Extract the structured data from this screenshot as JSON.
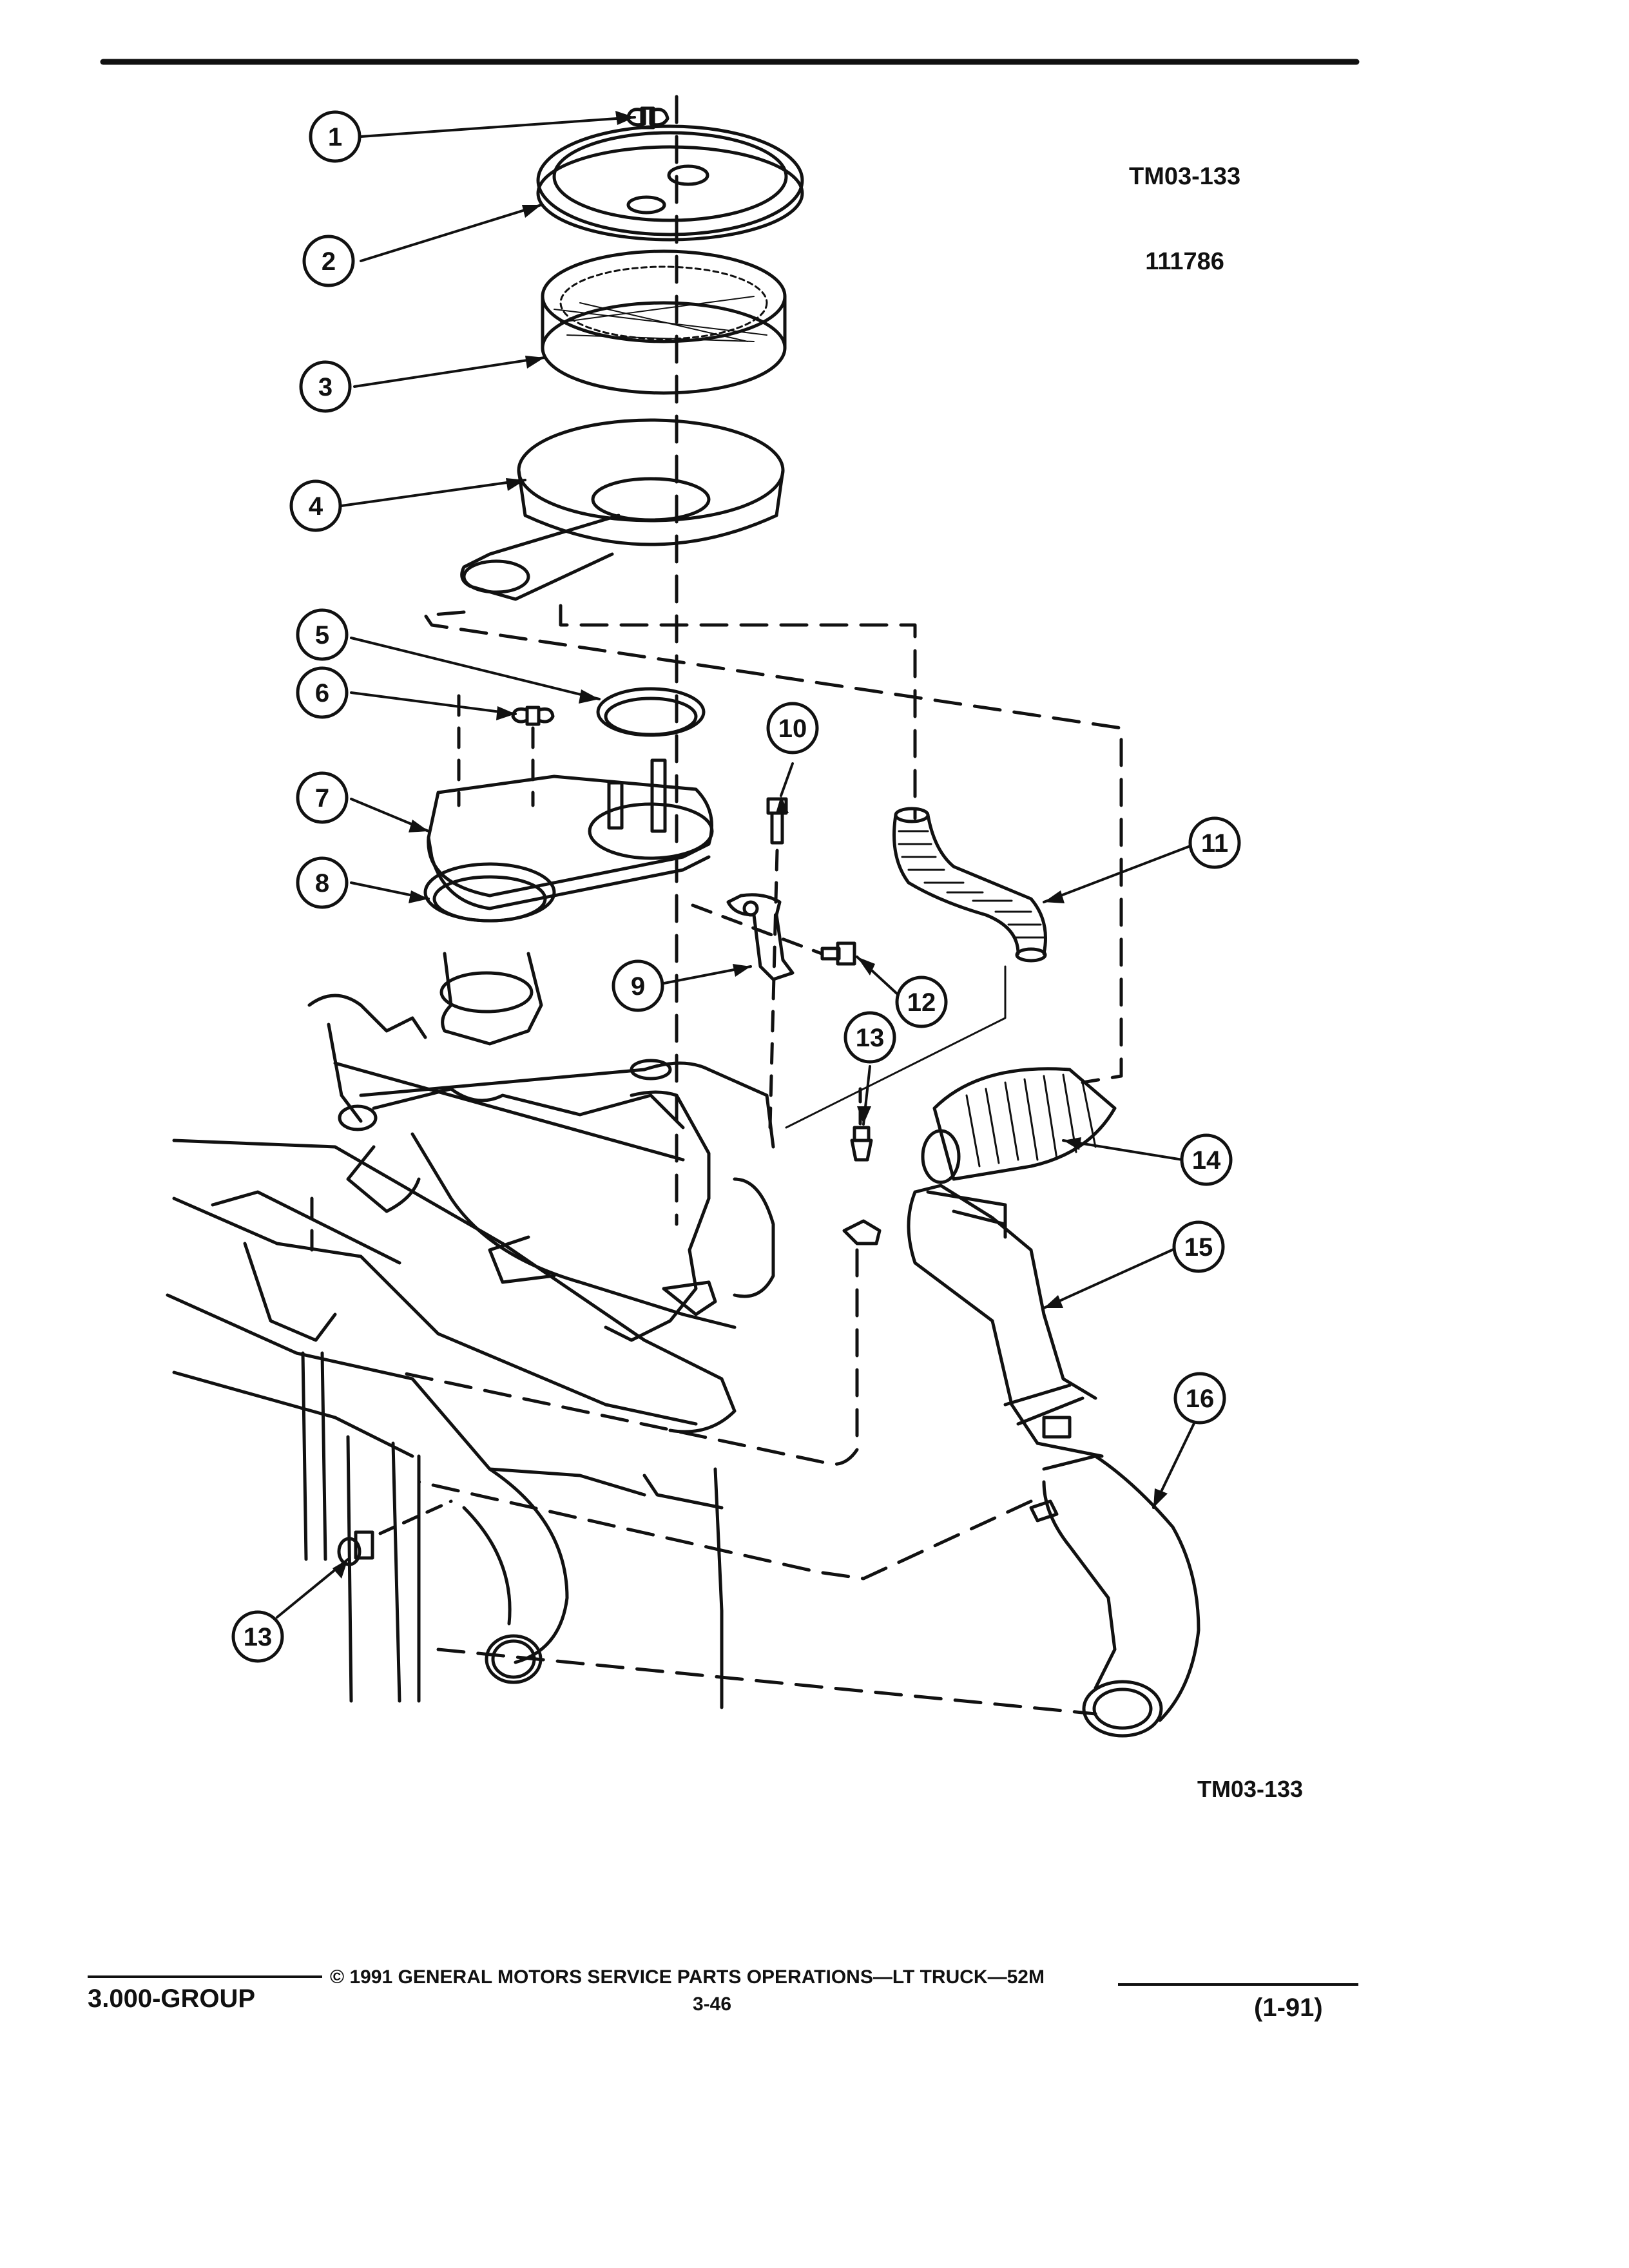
{
  "header": {
    "figure_code": "TM03-133",
    "figure_number": "111786"
  },
  "callouts": [
    {
      "label": "1"
    },
    {
      "label": "2"
    },
    {
      "label": "3"
    },
    {
      "label": "4"
    },
    {
      "label": "5"
    },
    {
      "label": "6"
    },
    {
      "label": "7"
    },
    {
      "label": "8"
    },
    {
      "label": "9"
    },
    {
      "label": "10"
    },
    {
      "label": "11"
    },
    {
      "label": "12"
    },
    {
      "label": "13"
    },
    {
      "label": "13"
    },
    {
      "label": "14"
    },
    {
      "label": "15"
    },
    {
      "label": "16"
    }
  ],
  "figure_caption": "TM03-133",
  "footer": {
    "group": "3.000-GROUP",
    "copyright": "© 1991 GENERAL MOTORS SERVICE PARTS OPERATIONS—LT TRUCK—52M",
    "page": "3-46",
    "revision": "(1-91)"
  }
}
